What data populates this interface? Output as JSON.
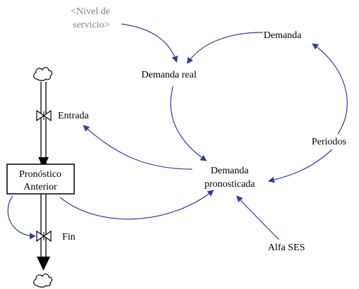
{
  "diagram": {
    "colors": {
      "link": "#2e3f97",
      "text": "#000000",
      "shadow": "#808080",
      "stock_border": "#000000"
    },
    "nodes": {
      "nivel_servicio": {
        "line1": "<Nivel de",
        "line2": "servicio>"
      },
      "demanda": "Demanda",
      "demanda_real": "Demanda real",
      "entrada": "Entrada",
      "periodos": "Periodos",
      "demanda_pronosticada": {
        "line1": "Demanda",
        "line2": "pronosticada"
      },
      "pronostico_anterior": {
        "line1": "Pronóstico",
        "line2": "Anterior"
      },
      "fin": "Fin",
      "alfa_ses": "Alfa SES"
    },
    "icons": {
      "source": "cloud-icon",
      "sink": "cloud-icon",
      "valve": "valve-icon"
    }
  }
}
